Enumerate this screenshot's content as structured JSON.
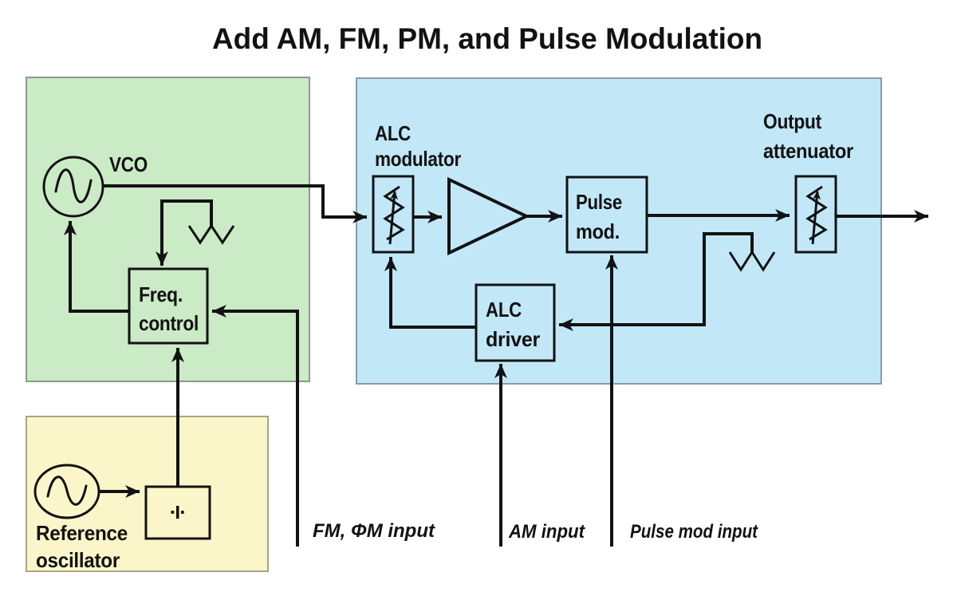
{
  "title": "Add AM, FM, PM, and Pulse Modulation",
  "colors": {
    "synth_section": "#cbeac6",
    "reference_section": "#faf6c9",
    "rf_section": "#c2e8f7",
    "line": "#121212"
  },
  "blocks": {
    "vco": {
      "label": "VCO"
    },
    "freq_control": {
      "line1": "Freq.",
      "line2": "control"
    },
    "reference_oscillator": {
      "line1": "Reference",
      "line2": "oscillator"
    },
    "divider": {
      "symbol": "÷"
    },
    "alc_modulator": {
      "line1": "ALC",
      "line2": "modulator"
    },
    "pulse_modulator": {
      "line1": "Pulse",
      "line2": "mod."
    },
    "alc_driver": {
      "line1": "ALC",
      "line2": "driver"
    },
    "output_attenuator": {
      "line1": "Output",
      "line2": "attenuator"
    }
  },
  "inputs": {
    "fm_pm": "FM, ΦM input",
    "am": "AM input",
    "pulse": "Pulse mod input"
  }
}
